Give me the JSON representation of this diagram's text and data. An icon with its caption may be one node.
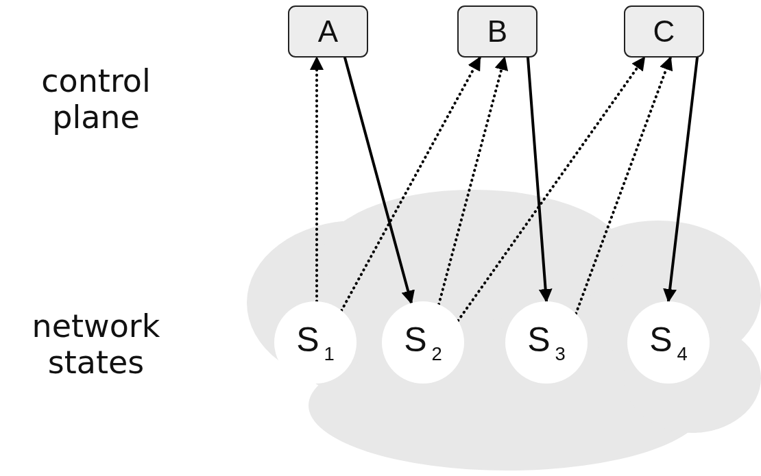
{
  "diagram": {
    "nodes": [
      {
        "text": [],
        "shape": "cloud"
      },
      {
        "text": [
          "A"
        ]
      },
      {
        "text": [
          "B"
        ]
      },
      {
        "text": [
          "C"
        ]
      },
      {
        "text": [
          "S$_{1}$"
        ],
        "in": 0
      },
      {
        "text": [
          "S$_{2}$"
        ],
        "in": 0
      },
      {
        "text": [
          "S$_{3}$"
        ],
        "in": 0
      },
      {
        "text": [
          "S$_{4}$"
        ],
        "in": 0
      }
    ],
    "edges": [
      {
        "from": 4,
        "to": 1,
        "arrow": "to",
        "style": "dashed"
      },
      {
        "from": 4,
        "to": 2,
        "arrow": "to",
        "style": "dashed"
      },
      {
        "from": 1,
        "to": 5,
        "arrow": "to"
      },
      {
        "from": 5,
        "to": 2,
        "arrow": "to",
        "style": "dashed"
      },
      {
        "from": 5,
        "to": 3,
        "arrow": "to",
        "style": "dashed"
      },
      {
        "from": 2,
        "to": 6,
        "arrow": "to"
      },
      {
        "from": 6,
        "to": 3,
        "arrow": "to",
        "style": "dashed"
      },
      {
        "from": 3,
        "to": 7,
        "arrow": "to"
      }
    ],
    "labels": [
      "control plane",
      "network states"
    ]
  }
}
